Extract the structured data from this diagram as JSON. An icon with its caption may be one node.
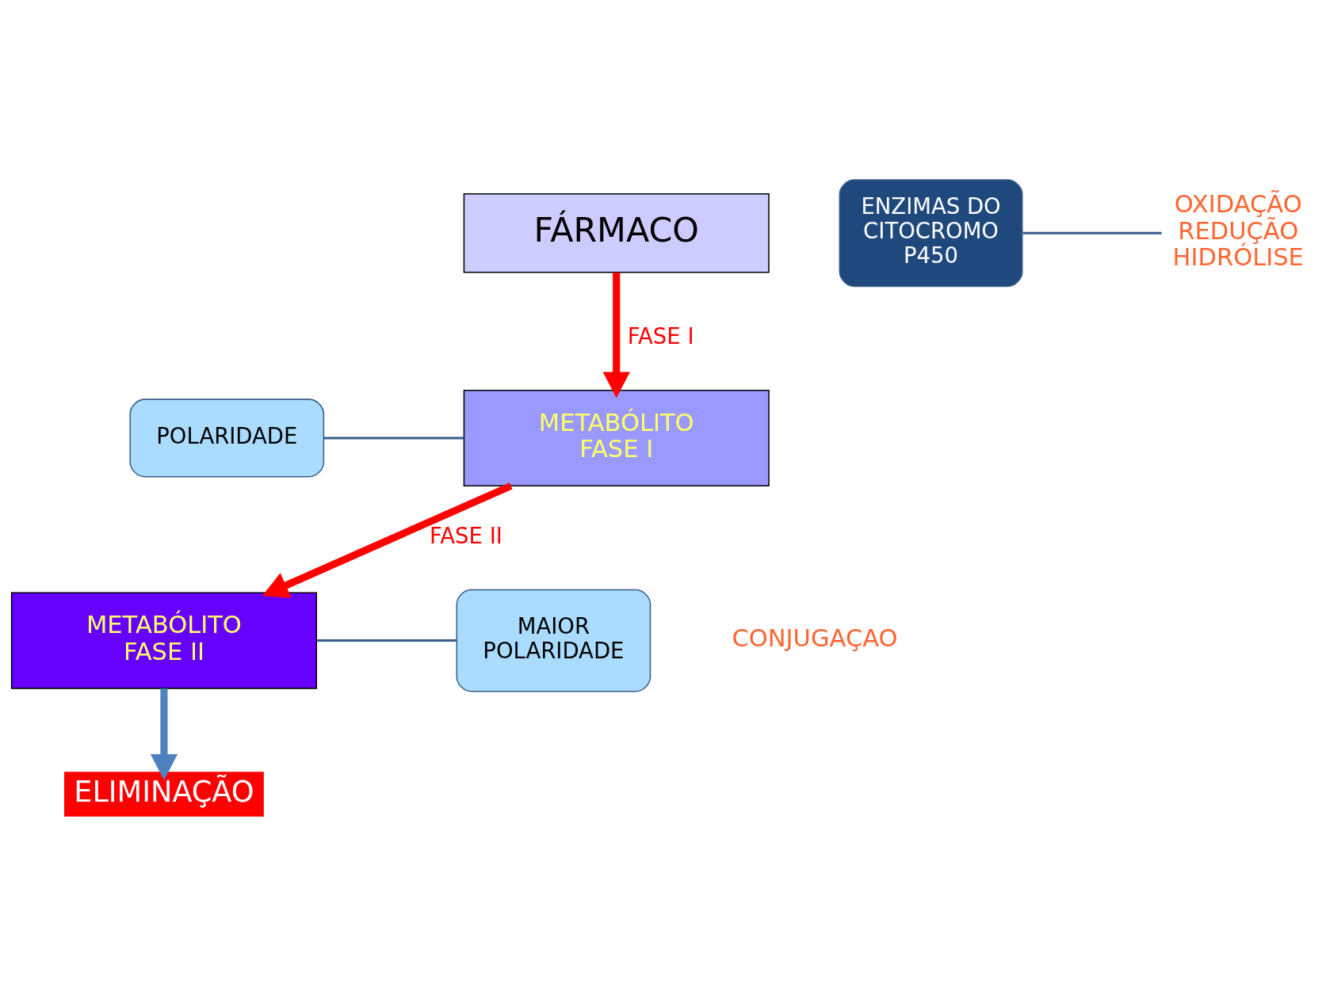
{
  "diagram": {
    "nodes": [
      {
        "text": [
          "FÁRMACO"
        ]
      },
      {
        "text": [
          "METABÓLITO FASE I"
        ]
      },
      {
        "text": [
          "METABÓLITO FASE II"
        ]
      },
      {
        "text": [
          "ENZIMAS DO CITOCROMO P450"
        ]
      },
      {
        "text": [
          "OXIDAÇÃO REDUÇÃO HIDRÓLISE"
        ]
      },
      {
        "text": [
          "POLARIDADE"
        ]
      },
      {
        "text": [
          "MAIOR POLARIDADE"
        ]
      },
      {
        "text": [
          "ELIMINAÇÃO"
        ]
      }
    ],
    "edges": [
      {
        "from": 0,
        "to": 1,
        "arrow": "to",
        "label": "FASE I",
        "style": "thick",
        "color": "#ff0000"
      },
      {
        "from": 1,
        "to": 2,
        "arrow": "to",
        "label": "FASE II",
        "style": "thick",
        "color": "#ff0000"
      },
      {
        "from": 2,
        "to": 7,
        "arrow": "to",
        "style": "thick",
        "color": "#4f81bd"
      },
      {
        "from": 3,
        "to": 4,
        "arrow": "none"
      },
      {
        "from": 5,
        "to": 1,
        "arrow": "none"
      },
      {
        "from": 6,
        "to": 2,
        "arrow": "none"
      }
    ],
    "labels": [
      "CONJUGAÇAO"
    ]
  }
}
